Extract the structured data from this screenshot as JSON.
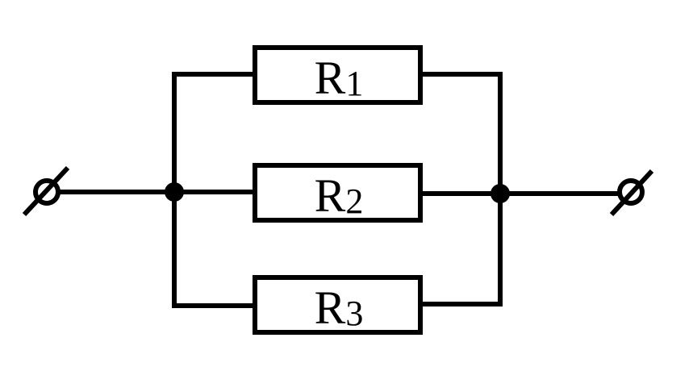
{
  "resistors": [
    {
      "id": "r1",
      "name": "R",
      "index": "1"
    },
    {
      "id": "r2",
      "name": "R",
      "index": "2"
    },
    {
      "id": "r3",
      "name": "R",
      "index": "3"
    }
  ],
  "colors": {
    "stroke": "#000000",
    "background": "#ffffff"
  }
}
